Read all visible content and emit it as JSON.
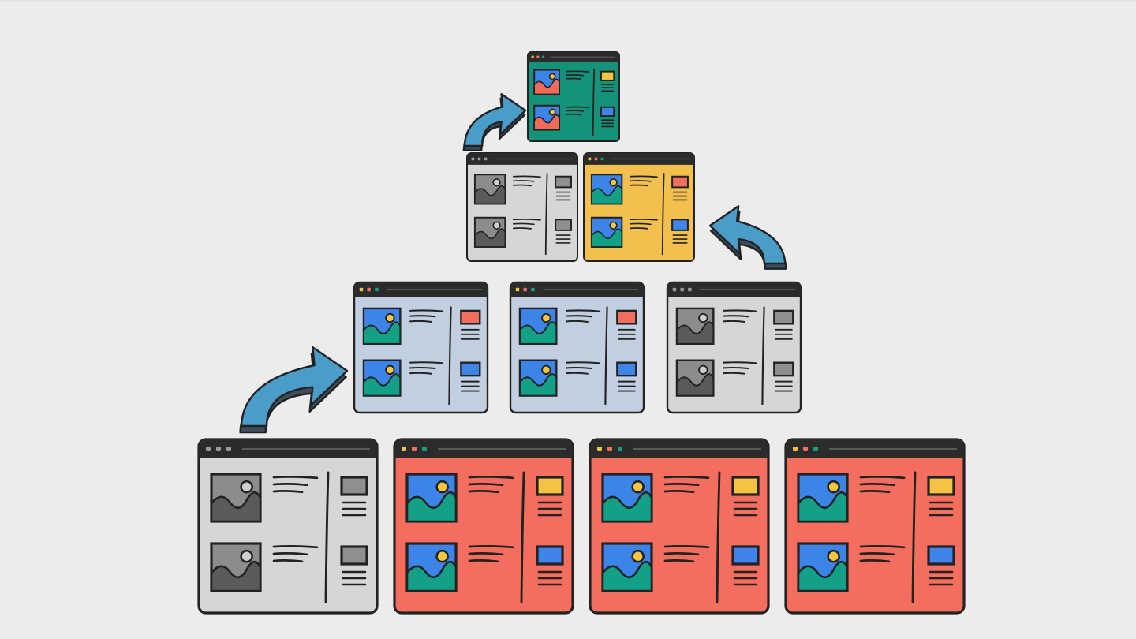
{
  "palette": {
    "background": "#ececec",
    "outline": "#222222",
    "titlebar": "#2b2b2b",
    "arrow": "#4a9cc9",
    "arrow_shade": "#3f4d5b",
    "image_sky": "#3d84e8",
    "image_hill": "#12a087",
    "image_hill_warm": "#f06a5a",
    "image_sun": "#f4c53f",
    "gray_image_sky": "#8c8c8c",
    "gray_image_hill": "#5a5a5a",
    "gray_image_sun": "#cfcfcf"
  },
  "themes": {
    "gray": {
      "body": "#d6d6d6",
      "dots": [
        "#9a9a9a",
        "#9a9a9a",
        "#9a9a9a"
      ],
      "boxes": [
        "#8f8f8f",
        "#8f8f8f"
      ],
      "image": "gray"
    },
    "red": {
      "body": "#f36e5e",
      "dots": [
        "#f5c342",
        "#f36e5e",
        "#14a085"
      ],
      "boxes": [
        "#f5c342",
        "#3f84e8"
      ],
      "image": "color"
    },
    "blue": {
      "body": "#c1cfe0",
      "dots": [
        "#f5c342",
        "#f36e5e",
        "#14a085"
      ],
      "boxes": [
        "#f36e5e",
        "#3f84e8"
      ],
      "image": "color"
    },
    "yellow": {
      "body": "#f3c04f",
      "dots": [
        "#f5c342",
        "#f36e5e",
        "#14a085"
      ],
      "boxes": [
        "#f36e5e",
        "#3f84e8"
      ],
      "image": "color"
    },
    "green": {
      "body": "#14937a",
      "dots": [
        "#f5c342",
        "#f36e5e",
        "#14a085"
      ],
      "boxes": [
        "#f5c342",
        "#3f84e8"
      ],
      "image": "color-warm"
    }
  },
  "diagram": {
    "rows": [
      {
        "level": "top",
        "windows": [
          "green"
        ]
      },
      {
        "level": "upper",
        "windows": [
          "gray",
          "yellow"
        ]
      },
      {
        "level": "middle",
        "windows": [
          "blue",
          "blue",
          "gray"
        ]
      },
      {
        "level": "bottom",
        "windows": [
          "gray",
          "red",
          "red",
          "red"
        ]
      }
    ],
    "arrows": [
      {
        "from_level": "bottom",
        "to_level": "middle",
        "direction": "right"
      },
      {
        "from_level": "middle",
        "to_level": "upper",
        "direction": "left"
      },
      {
        "from_level": "upper",
        "to_level": "top",
        "direction": "right"
      }
    ]
  }
}
